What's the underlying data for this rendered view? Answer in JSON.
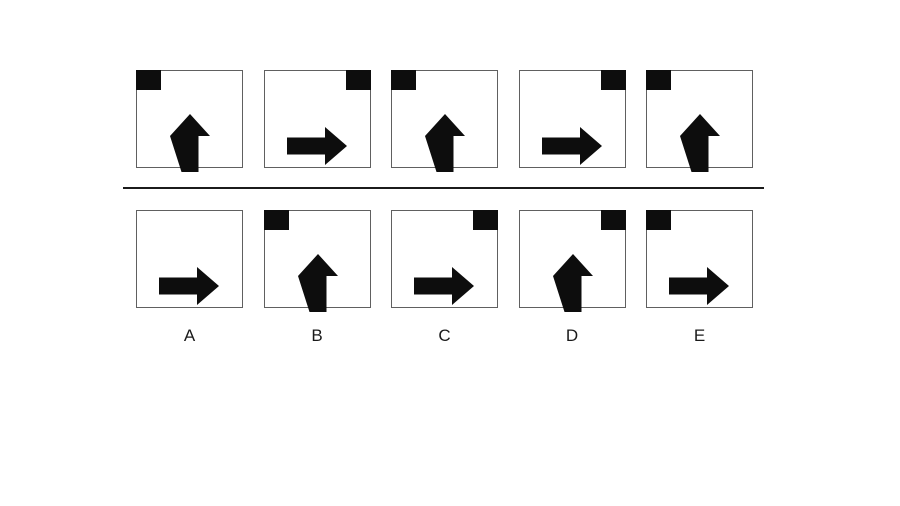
{
  "puzzle": {
    "question_row": [
      {
        "arrow": "up",
        "corner_square": "top-left"
      },
      {
        "arrow": "right",
        "corner_square": "top-right"
      },
      {
        "arrow": "up",
        "corner_square": "top-left"
      },
      {
        "arrow": "right",
        "corner_square": "top-right"
      },
      {
        "arrow": "up",
        "corner_square": "top-left"
      }
    ],
    "options": [
      {
        "label": "A",
        "arrow": "right",
        "corner_square": null
      },
      {
        "label": "B",
        "arrow": "up",
        "corner_square": "top-left"
      },
      {
        "label": "C",
        "arrow": "right",
        "corner_square": "top-right"
      },
      {
        "label": "D",
        "arrow": "up",
        "corner_square": "top-right"
      },
      {
        "label": "E",
        "arrow": "right",
        "corner_square": "top-left"
      }
    ],
    "colors": {
      "shape": "#0d0d0d",
      "box_border": "#606060",
      "divider": "#1b1b1b",
      "background": "#ffffff"
    }
  }
}
